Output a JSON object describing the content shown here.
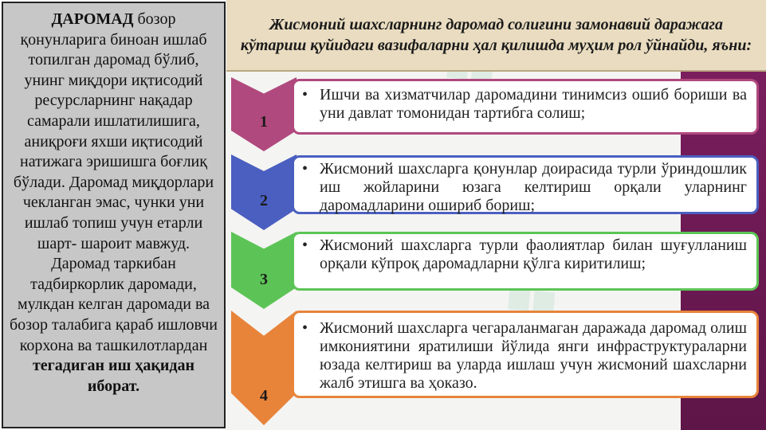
{
  "left_panel": {
    "lead_bold": "ДАРОМАД",
    "body": " бозор қонунларига биноан ишлаб топилган даромад бўлиб, унинг миқдори иқтисодий ресурсларнинг нақадар самарали ишлатилишига, аниқроғи яхши иқтисодий натижага эришишга боғлиқ бўлади. Даромад миқдорлари чекланган эмас, чунки уни ишлаб топиш учун етарли шарт- шароит мавжуд. Даромад таркибан тадбиркорлик даромади, мулкдан келган даромади ва бозор талабига қараб ишловчи корхона ва ташкилотлардан ",
    "tail_bold": "тегадиган иш ҳақидан иборат."
  },
  "header": {
    "title": "Жисмоний шахсларнинг даромад солиғини замонавий даражага кўтариш қуйидаги вазифаларни ҳал қилишда муҳим рол ўйнайди, яъни:"
  },
  "items": [
    {
      "number": "1",
      "bullet": "•",
      "text": "Ишчи ва хизматчилар даромадини тинимсиз ошиб бориши ва уни давлат томонидан тартибга солиш;",
      "color": "#b0497e"
    },
    {
      "number": "2",
      "bullet": "•",
      "text": "Жисмоний шахсларга қонунлар доирасида турли ўриндошлик иш жойларини юзага келтириш орқали уларнинг даромадларини ошириб бориш;",
      "color": "#4a5fc0"
    },
    {
      "number": "3",
      "bullet": "•",
      "text": "Жисмоний шахсларга турли фаолиятлар билан шуғулланиш орқали кўпроқ даромадларни қўлга киритилиш;",
      "color": "#5cc456"
    },
    {
      "number": "4",
      "bullet": "•",
      "text": "Жисмоний шахсларга чегараланмаган даражада даромад олиш имкониятини яратилиши йўлида янги инфраструктураларни юзада келтириш ва уларда ишлаш учун жисмоний шахсларни жалб этишга ва ҳоказо.",
      "color": "#e8843a"
    }
  ]
}
